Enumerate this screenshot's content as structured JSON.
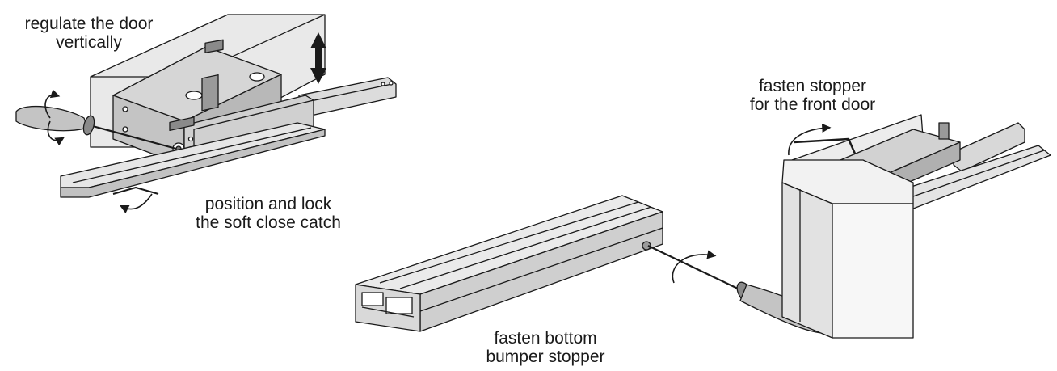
{
  "captions": {
    "regulate_door": [
      "regulate the door",
      "vertically"
    ],
    "soft_close": [
      "position and lock",
      "the soft close catch"
    ],
    "front_stopper": [
      "fasten stopper",
      "for the front door"
    ],
    "bumper_stopper": [
      "fasten bottom",
      "bumper stopper"
    ]
  },
  "colors": {
    "line": "#1a1a1a",
    "fill_light": "#eeeeee",
    "fill_mid": "#d4d4d4",
    "fill_dark": "#a8a8a8",
    "handle": "#bdbdbd"
  },
  "icons": [
    "screwdriver-icon",
    "allen-key-icon",
    "rotation-arrow-icon",
    "vertical-double-arrow-icon"
  ]
}
